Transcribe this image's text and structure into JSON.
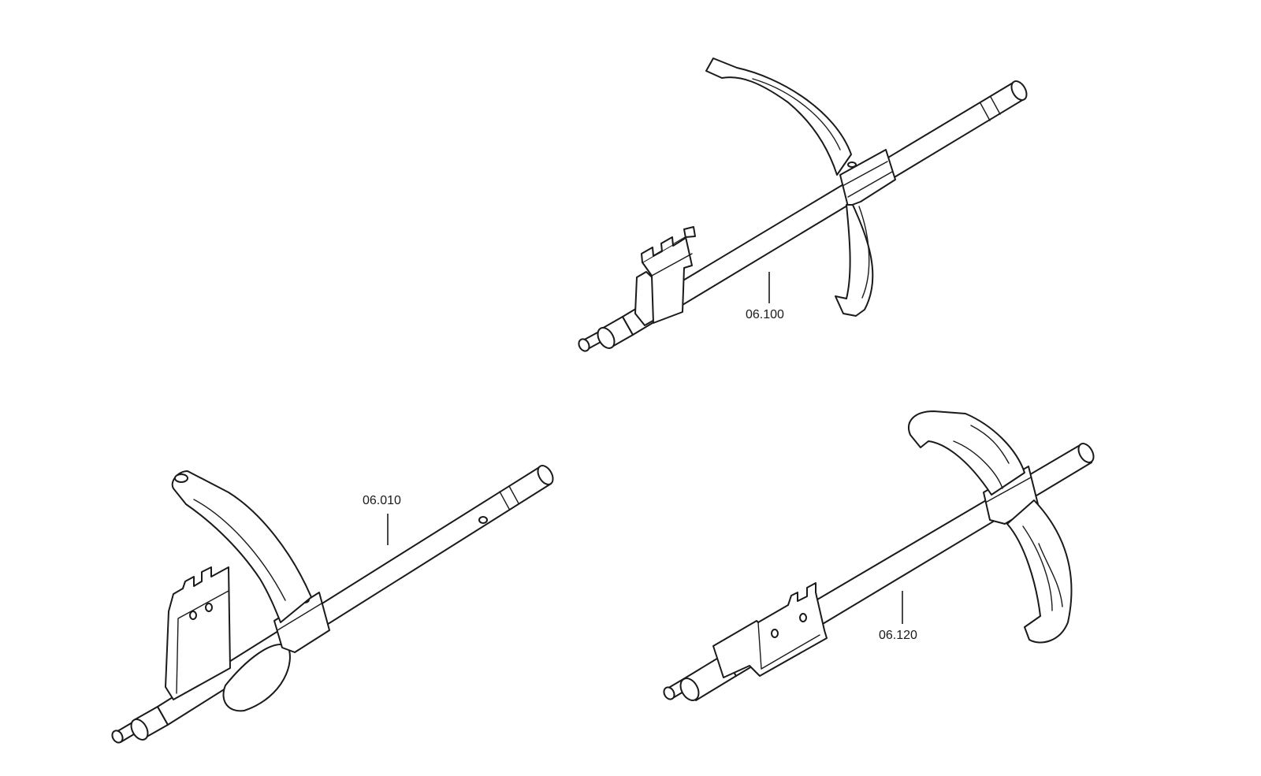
{
  "diagram": {
    "parts": [
      {
        "id": "shaft-top-right",
        "callout": "06.100"
      },
      {
        "id": "shaft-bottom-left",
        "callout": "06.010"
      },
      {
        "id": "shaft-bottom-right",
        "callout": "06.120"
      }
    ],
    "colors": {
      "line": "#1a1a1a",
      "background": "#ffffff"
    }
  }
}
